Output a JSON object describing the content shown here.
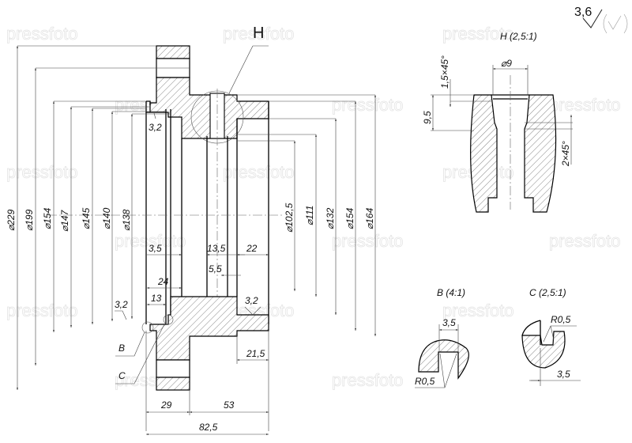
{
  "watermark": "pressfoto",
  "roughness": {
    "value": "3,6",
    "icon": "surface-finish-icon"
  },
  "main_view": {
    "section_marker": "H",
    "left_diameters": [
      "⌀229",
      "⌀199",
      "⌀154",
      "⌀147",
      "⌀145",
      "⌀140",
      "⌀138"
    ],
    "right_diameters": [
      "⌀102,5",
      "⌀111",
      "⌀132",
      "⌀154",
      "⌀164"
    ],
    "dims": {
      "d_3_2_top": "3,2",
      "d_3_5": "3,5",
      "d_13_5": "13,5",
      "d_22": "22",
      "d_5_5": "5,5",
      "d_24": "24",
      "d_13": "13",
      "d_3_2_left": "3,2",
      "d_3_2_right": "3,2",
      "d_21_5": "21,5",
      "d_29": "29",
      "d_53": "53",
      "d_82_5": "82,5"
    },
    "callouts": {
      "b": "B",
      "c": "C"
    }
  },
  "detail_h": {
    "title": "H (2,5:1)",
    "dia": "⌀9",
    "chamfer_top": "1,5×45°",
    "depth": "9,5",
    "chamfer_bottom": "2×45°"
  },
  "detail_b": {
    "title": "B (4:1)",
    "width": "3,5",
    "radius": "R0,5"
  },
  "detail_c": {
    "title": "C (2,5:1)",
    "width": "3,5",
    "radius": "R0,5"
  }
}
